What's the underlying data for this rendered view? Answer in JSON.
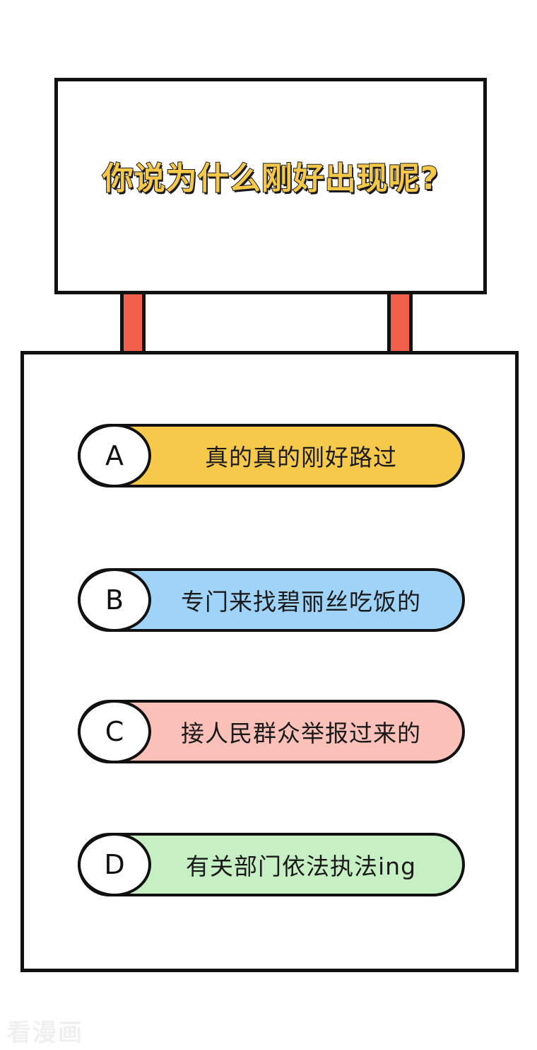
{
  "sign": {
    "question": "你说为什么刚好出现呢?"
  },
  "options": [
    {
      "letter": "A",
      "text": "真的真的刚好路过",
      "color": "#f7c94b"
    },
    {
      "letter": "B",
      "text": "专门来找碧丽丝吃饭的",
      "color": "#9fd3f7"
    },
    {
      "letter": "C",
      "text": "接人民群众举报过来的",
      "color": "#fbc1b8"
    },
    {
      "letter": "D",
      "text": "有关部门依法执法ing",
      "color": "#c7efc4"
    }
  ],
  "watermark": "看漫画",
  "colors": {
    "pole": "#f0604a",
    "title_fill": "#f5c84a",
    "outline": "#111111"
  }
}
